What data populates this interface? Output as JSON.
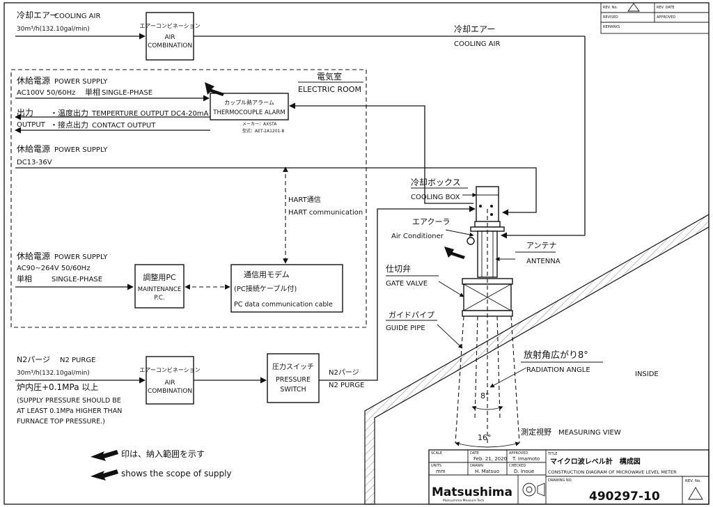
{
  "cooling_air_in": {
    "jp": "冷却エアー",
    "en": "COOLING AIR",
    "flow": "30m³/h(132.10gal/min)"
  },
  "air_combination_top": {
    "jp": "エアーコンビネーション",
    "en1": "AIR",
    "en2": "COMBINATION"
  },
  "cooling_air_right": {
    "jp": "冷却エアー",
    "en": "COOLING AIR"
  },
  "title_block_top": {
    "rev_no": "REV. No.",
    "rev_date": "REV. DATE",
    "revised": "REVISED",
    "approved": "APPROVED",
    "remarks": "REMARKS"
  },
  "electric_room": {
    "jp": "電気室",
    "en": "ELECTRIC ROOM"
  },
  "power_supply_1": {
    "jp": "休給電源",
    "en": "POWER SUPPLY",
    "spec": "AC100V 50/60Hz",
    "phase_jp": "単相",
    "phase_en": "SINGLE-PHASE"
  },
  "thermocouple_alarm": {
    "jp": "カップル熱アラーム",
    "en": "THERMOCOUPLE ALARM",
    "maker": "メーカー：AXSTA",
    "model": "型式：AET-2A1201-8"
  },
  "output": {
    "jp": "出力",
    "en": "OUTPUT",
    "line1_jp": "・温度出力",
    "line1_en": "TEMPERTURE OUTPUT DC4-20mA",
    "line2_jp": "・接点出力",
    "line2_en": "CONTACT OUTPUT"
  },
  "power_supply_2": {
    "jp": "休給電源",
    "en": "POWER SUPPLY",
    "spec": "DC13-36V"
  },
  "hart": {
    "jp": "HART通信",
    "en": "HART communication"
  },
  "power_supply_3": {
    "jp": "休給電源",
    "en": "POWER SUPPLY",
    "spec": "AC90~264V 50/60Hz",
    "phase_jp": "単相",
    "phase_en": "SINGLE-PHASE"
  },
  "maintenance_pc": {
    "jp": "調整用PC",
    "en1": "MAINTENANCE",
    "en2": "P.C."
  },
  "modem": {
    "jp": "通信用モデム",
    "jp2": "(PC接続ケーブル付)",
    "en": "PC data communication cable"
  },
  "cooling_box": {
    "jp": "冷却ボックス",
    "en": "COOLING BOX"
  },
  "air_conditioner": {
    "jp": "エアクーラ",
    "en": "Air Conditioner"
  },
  "antenna": {
    "jp": "アンテナ",
    "en": "ANTENNA"
  },
  "gate_valve": {
    "jp": "仕切弁",
    "en": "GATE VALVE"
  },
  "guide_pipe": {
    "jp": "ガイドパイプ",
    "en": "GUIDE PIPE"
  },
  "radiation_angle": {
    "jp": "放射角広がり8°",
    "en": "RADIATION ANGLE"
  },
  "inside": "INSIDE",
  "angle_8": "8°",
  "angle_16": "16°",
  "measuring_view": {
    "jp": "測定視野",
    "en": "MEASURING VIEW"
  },
  "n2_purge": {
    "jp": "N2パージ",
    "en": "N2 PURGE",
    "flow": "30m³/h(132.10gal/min)",
    "pressure_jp": "炉内圧+0.1MPa 以上",
    "note1": "(SUPPLY PRESSURE SHOULD BE",
    "note2": "AT LEAST 0.1MPa HIGHER THAN",
    "note3": "FURNACE TOP PRESSURE.)"
  },
  "air_combination_bottom": {
    "jp": "エアーコンビネーション",
    "en1": "AIR",
    "en2": "COMBINATION"
  },
  "pressure_switch": {
    "jp": "圧力スイッチ",
    "en1": "PRESSURE",
    "en2": "SWITCH"
  },
  "n2_purge_right": {
    "jp": "N2パージ",
    "en": "N2 PURGE"
  },
  "legend": {
    "jp": "印は、納入範囲を示す",
    "en": "shows the scope of supply"
  },
  "title_block": {
    "scale": "SCALE",
    "date_h": "DATE",
    "date": "Feb. 21, 2020",
    "approved_h": "APPROVED",
    "approved": "T. Imamoto",
    "units": "UNITS",
    "units_v": "mm",
    "drawn_h": "DRAWN",
    "drawn": "H. Matsuo",
    "checked_h": "CHECKED",
    "checked": "D. Inoue",
    "title_h": "TITLE",
    "title_jp": "マイクロ波レベル計　構成図",
    "title_en": "CONSTRUCTION DIAGRAM OF MICROWAVE LEVEL METER",
    "drawing_no_h": "DRAWING NO.",
    "drawing_no": "490297-10",
    "rev_h": "REV. No.",
    "company": "Matsushima",
    "company_sub": "Matsushima Measure Tech"
  }
}
